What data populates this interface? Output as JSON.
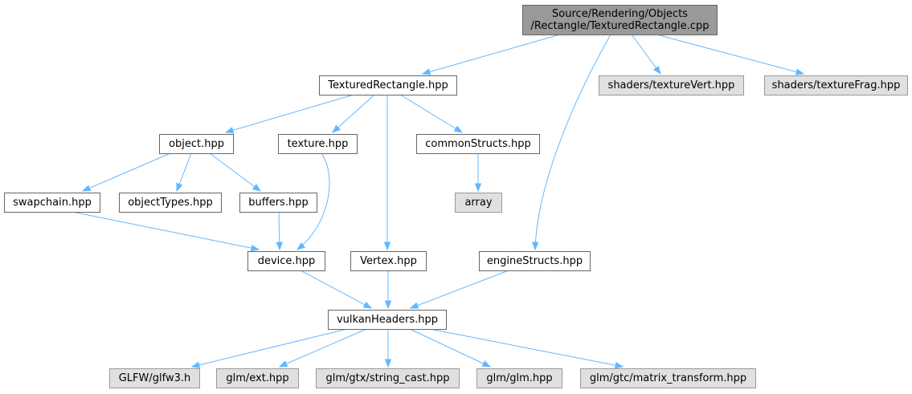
{
  "colors": {
    "edge": "#63b8ff",
    "main_node_fill": "#999999",
    "node_border": "#666666",
    "external_node_fill": "#e0e0e0",
    "documented_node_fill": "#ffffff"
  },
  "nodes": {
    "root": {
      "lines": [
        "Source/Rendering/Objects",
        "/Rectangle/TexturedRectangle.cpp"
      ],
      "kind": "main"
    },
    "textured_rectangle_hpp": {
      "lines": [
        "TexturedRectangle.hpp"
      ],
      "kind": "documented"
    },
    "shaders_texture_vert": {
      "lines": [
        "shaders/textureVert.hpp"
      ],
      "kind": "external"
    },
    "shaders_texture_frag": {
      "lines": [
        "shaders/textureFrag.hpp"
      ],
      "kind": "external"
    },
    "object_hpp": {
      "lines": [
        "object.hpp"
      ],
      "kind": "documented"
    },
    "texture_hpp": {
      "lines": [
        "texture.hpp"
      ],
      "kind": "documented"
    },
    "common_structs_hpp": {
      "lines": [
        "commonStructs.hpp"
      ],
      "kind": "documented"
    },
    "swapchain_hpp": {
      "lines": [
        "swapchain.hpp"
      ],
      "kind": "documented"
    },
    "object_types_hpp": {
      "lines": [
        "objectTypes.hpp"
      ],
      "kind": "documented"
    },
    "buffers_hpp": {
      "lines": [
        "buffers.hpp"
      ],
      "kind": "documented"
    },
    "array": {
      "lines": [
        "array"
      ],
      "kind": "external"
    },
    "device_hpp": {
      "lines": [
        "device.hpp"
      ],
      "kind": "documented"
    },
    "vertex_hpp": {
      "lines": [
        "Vertex.hpp"
      ],
      "kind": "documented"
    },
    "engine_structs_hpp": {
      "lines": [
        "engineStructs.hpp"
      ],
      "kind": "documented"
    },
    "vulkan_headers_hpp": {
      "lines": [
        "vulkanHeaders.hpp"
      ],
      "kind": "documented"
    },
    "glfw3_h": {
      "lines": [
        "GLFW/glfw3.h"
      ],
      "kind": "external"
    },
    "glm_ext_hpp": {
      "lines": [
        "glm/ext.hpp"
      ],
      "kind": "external"
    },
    "glm_gtx_string_cast_hpp": {
      "lines": [
        "glm/gtx/string_cast.hpp"
      ],
      "kind": "external"
    },
    "glm_glm_hpp": {
      "lines": [
        "glm/glm.hpp"
      ],
      "kind": "external"
    },
    "glm_gtc_matrix_transform_hpp": {
      "lines": [
        "glm/gtc/matrix_transform.hpp"
      ],
      "kind": "external"
    }
  },
  "edges": [
    [
      "root",
      "textured_rectangle_hpp"
    ],
    [
      "root",
      "engine_structs_hpp"
    ],
    [
      "root",
      "shaders_texture_vert"
    ],
    [
      "root",
      "shaders_texture_frag"
    ],
    [
      "textured_rectangle_hpp",
      "object_hpp"
    ],
    [
      "textured_rectangle_hpp",
      "texture_hpp"
    ],
    [
      "textured_rectangle_hpp",
      "vertex_hpp"
    ],
    [
      "textured_rectangle_hpp",
      "common_structs_hpp"
    ],
    [
      "object_hpp",
      "swapchain_hpp"
    ],
    [
      "object_hpp",
      "object_types_hpp"
    ],
    [
      "object_hpp",
      "buffers_hpp"
    ],
    [
      "texture_hpp",
      "device_hpp"
    ],
    [
      "common_structs_hpp",
      "array"
    ],
    [
      "swapchain_hpp",
      "device_hpp"
    ],
    [
      "buffers_hpp",
      "device_hpp"
    ],
    [
      "device_hpp",
      "vulkan_headers_hpp"
    ],
    [
      "vertex_hpp",
      "vulkan_headers_hpp"
    ],
    [
      "engine_structs_hpp",
      "vulkan_headers_hpp"
    ],
    [
      "vulkan_headers_hpp",
      "glfw3_h"
    ],
    [
      "vulkan_headers_hpp",
      "glm_ext_hpp"
    ],
    [
      "vulkan_headers_hpp",
      "glm_gtx_string_cast_hpp"
    ],
    [
      "vulkan_headers_hpp",
      "glm_glm_hpp"
    ],
    [
      "vulkan_headers_hpp",
      "glm_gtc_matrix_transform_hpp"
    ]
  ]
}
